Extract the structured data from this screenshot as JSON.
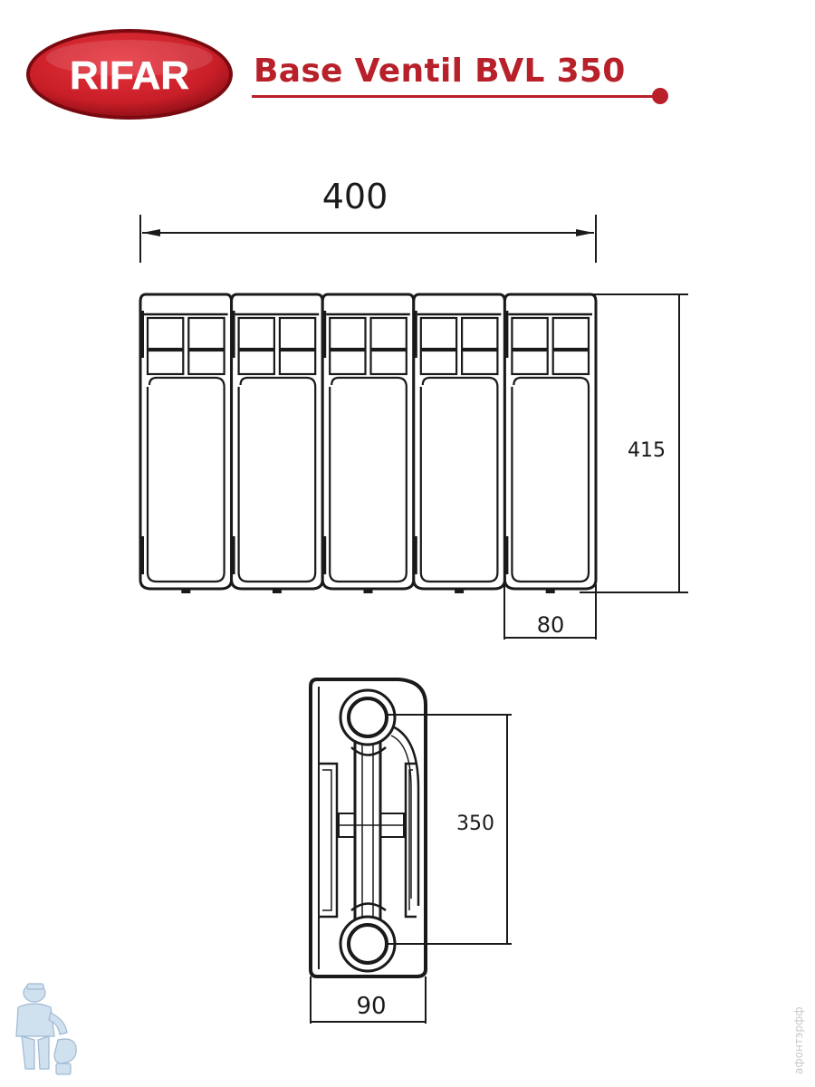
{
  "brand": {
    "logo_text": "RIFAR",
    "colors": {
      "primary": "#b8202a",
      "logo_dark": "#8a0d14",
      "line": "#1a1a1a"
    }
  },
  "header": {
    "title": "Base Ventil BVL 350"
  },
  "front_view": {
    "section_count": 5,
    "width_label": "400",
    "height_label": "415",
    "section_width_label": "80"
  },
  "side_view": {
    "axis_distance_label": "350",
    "depth_label": "90"
  },
  "footer": {
    "watermark_text": "aфонтэрфф",
    "mascot_icon": "plumber-mascot-icon"
  }
}
